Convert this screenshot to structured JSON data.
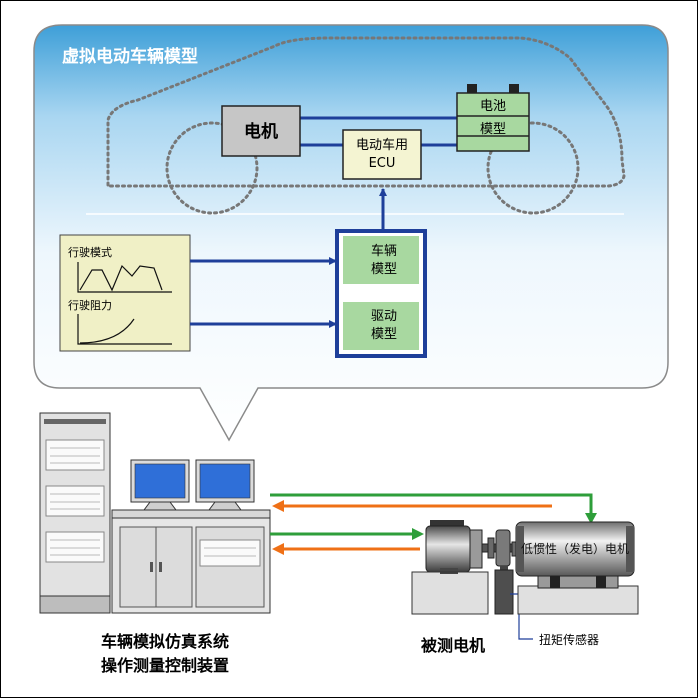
{
  "bubble": {
    "title": "虚拟电动车辆模型"
  },
  "blocks": {
    "motor": "电机",
    "ecu": [
      "电动车用",
      "ECU"
    ],
    "battery": [
      "电池",
      "模型"
    ],
    "vehicle_model": [
      "车辆",
      "模型"
    ],
    "drive_model": [
      "驱动",
      "模型"
    ]
  },
  "inputs": {
    "drive_pattern": "行驶模式",
    "drive_resistance": "行驶阻力"
  },
  "bench": {
    "load_motor": "低惯性（发电）电机",
    "torque_sensor": "扭矩传感器",
    "simulator_lines": [
      "车辆模拟仿真系统",
      "操作测量控制装置"
    ],
    "dut_motor": "被测电机"
  },
  "colors": {
    "bubble_top": "#3e9fd8",
    "bubble_bottom": "#ffffff",
    "link_blue": "#1e3f9a",
    "vehicle_block_border": "#1e3f9a",
    "battery_green": "#a8d8a0",
    "ecu_fill": "#f4f4d2",
    "input_panel": "#f0f0c6",
    "signal_green": "#2e9e3a",
    "signal_orange": "#ef7016"
  }
}
